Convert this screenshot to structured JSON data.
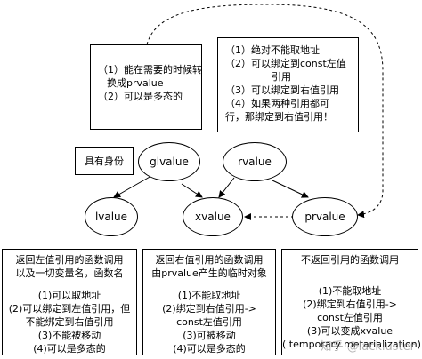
{
  "boxes": {
    "top_left": {
      "lines": [
        "（1）能在需要的时候转",
        "换成prvalue",
        "（2）可以是多态的"
      ]
    },
    "top_right": {
      "lines": [
        "（1）绝对不能取地址",
        "（2）可以绑定到const左值",
        "引用",
        "（3）可以绑定到右值引用",
        "（4）如果两种引用都可",
        "行，那绑定到右值引用！"
      ]
    },
    "identity_label": "具有身份",
    "bottom_left": {
      "lines_a": [
        "返回左值引用的函数调用",
        "以及一切变量名，函数名"
      ],
      "lines_b": [
        "(1)可以取地址",
        "(2)可以绑定到左值引用，但",
        "不能绑定到右值引用",
        "(3)不能被移动",
        "(4)可以是多态的"
      ]
    },
    "bottom_mid": {
      "lines_a": [
        "返回右值引用的函数调用",
        "由prvalue产生的临时对象"
      ],
      "lines_b": [
        "(1)不能取地址",
        "(2)绑定到右值引用->",
        "const左值引用",
        "(3)可被移动",
        "(4)可以是多态的"
      ]
    },
    "bottom_right": {
      "lines_a": [
        "不返回引用的函数调用"
      ],
      "lines_b": [
        "(1)不能取地址",
        "(2)绑定到右值引用->",
        "const左值引用",
        "(3)可以变成xvalue",
        "( temporary metarialization)"
      ]
    }
  },
  "nodes": {
    "glvalue": "glvalue",
    "rvalue": "rvalue",
    "lvalue": "lvalue",
    "xvalue": "xvalue",
    "prvalue": "prvalue"
  },
  "watermark": "知乎 @lackluster"
}
